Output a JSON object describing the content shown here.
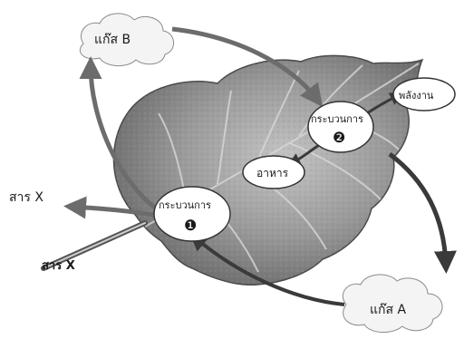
{
  "labels": {
    "gas_b": "แก๊ส B",
    "gas_a": "แก๊ส A",
    "process_2": "กระบวนการ",
    "process_2_num": "❷",
    "process_1": "กระบวนการ",
    "process_1_num": "❶",
    "energy": "พลังงาน",
    "food": "อาหาร",
    "substance_x_out": "สาร X",
    "substance_x_in": "สาร X"
  },
  "colors": {
    "leaf_dark": "#6a6a6a",
    "leaf_mid": "#9a9a9a",
    "leaf_light": "#c4c4c4",
    "arrow": "#6c6c6c",
    "cloud": "#f4f4f4",
    "bubble": "#ffffff"
  }
}
